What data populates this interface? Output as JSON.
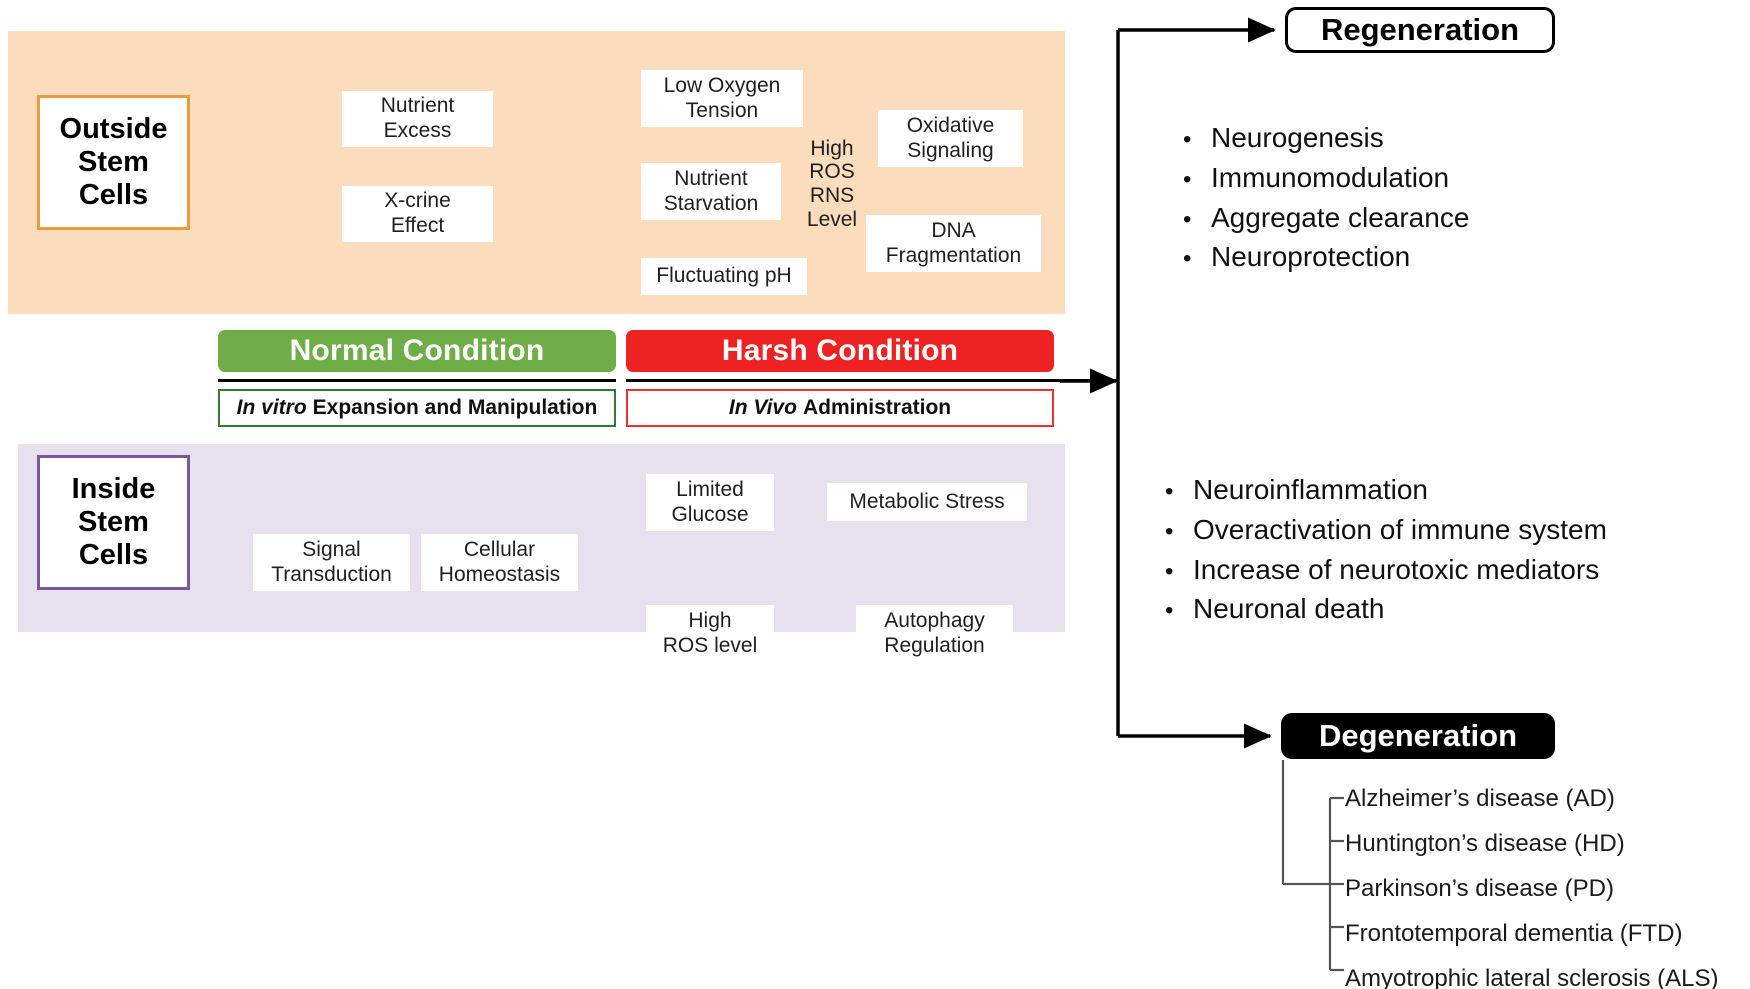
{
  "diagram": {
    "title": "Stem cell conditions and neurodegeneration outcomes",
    "colors": {
      "outside_panel": "#fbdcbd",
      "inside_panel": "#e7e0ee",
      "outside_border": "#ed9b3a",
      "inside_border": "#7a569c",
      "normal_condition": "#6fad46",
      "harsh_condition": "#ee2222",
      "degeneration_bg": "#000000"
    }
  },
  "outside": {
    "anchor_label": "Outside\nStem\nCells",
    "factors": [
      {
        "label": "Nutrient\nExcess"
      },
      {
        "label": "X-crine\nEffect"
      },
      {
        "label": "Low Oxygen\nTension"
      },
      {
        "label": "Nutrient\nStarvation"
      },
      {
        "label": "Fluctuating pH"
      },
      {
        "label": "High\nROS\nRNS\nLevel"
      },
      {
        "label": "Oxidative\nSignaling"
      },
      {
        "label": "DNA\nFragmentation"
      }
    ]
  },
  "inside": {
    "anchor_label": "Inside\nStem\nCells",
    "factors": [
      {
        "label": "Signal\nTransduction"
      },
      {
        "label": "Cellular\nHomeostasis"
      },
      {
        "label": "Limited\nGlucose"
      },
      {
        "label": "Metabolic Stress"
      },
      {
        "label": "High\nROS level"
      },
      {
        "label": "Autophagy\nRegulation"
      }
    ]
  },
  "conditions": {
    "normal": {
      "bar_label": "Normal Condition",
      "admin_emphasis": "In vitro",
      "admin_rest": "Expansion and Manipulation"
    },
    "harsh": {
      "bar_label": "Harsh Condition",
      "admin_emphasis": "In Vivo",
      "admin_rest": "Administration"
    }
  },
  "outcomes": {
    "regeneration": {
      "title": "Regeneration",
      "bullets": [
        "Neurogenesis",
        "Immunomodulation",
        "Aggregate clearance",
        "Neuroprotection"
      ]
    },
    "degeneration": {
      "title": "Degeneration",
      "bullets": [
        "Neuroinflammation",
        "Overactivation of immune system",
        "Increase of neurotoxic mediators",
        "Neuronal death"
      ],
      "diseases": [
        "Alzheimer’s disease (AD)",
        "Huntington’s disease (HD)",
        "Parkinson’s disease (PD)",
        "Frontotemporal dementia (FTD)",
        "Amyotrophic lateral sclerosis (ALS)"
      ]
    }
  }
}
